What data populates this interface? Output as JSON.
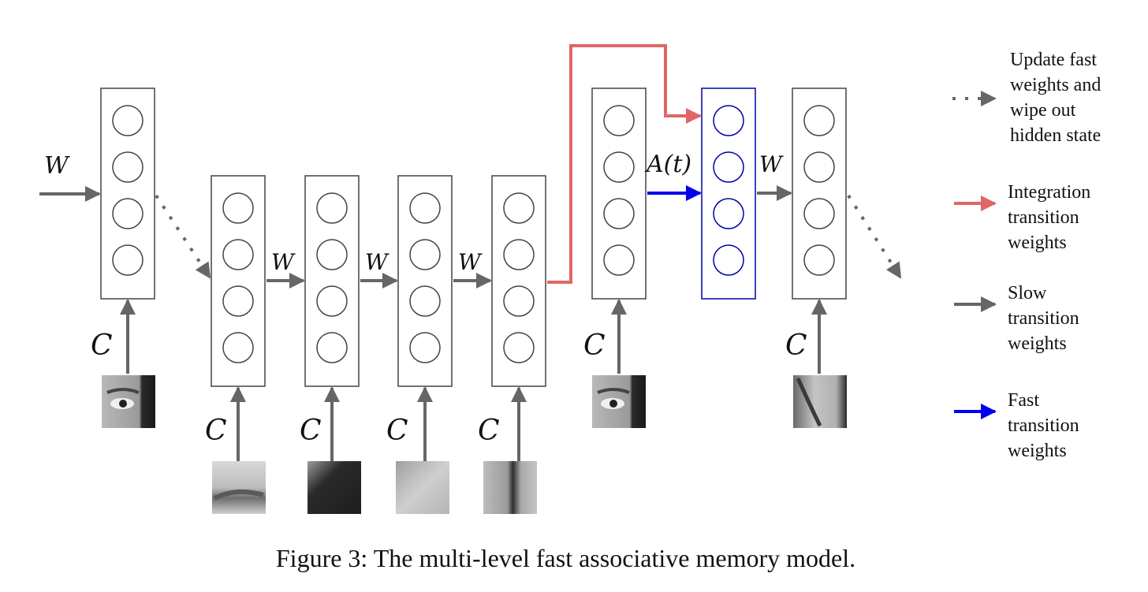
{
  "labels": {
    "w": "W",
    "c": "C",
    "a_t": "A(t)"
  },
  "legend": {
    "update": "Update fast\nweights and\nwipe out\nhidden state",
    "integration": "Integration\ntransition\nweights",
    "slow": "Slow\ntransition\nweights",
    "fast": "Fast\ntransition\nweights"
  },
  "caption": "Figure 3:  The multi-level fast associative memory model.",
  "colors": {
    "gray_arrow": "#666666",
    "integration": "#e06666",
    "fast": "#0000ee",
    "layer_border": "#444444",
    "fast_layer": "#0000aa"
  },
  "inputs": [
    {
      "name": "eye-face-patch",
      "icon": "eye-face-patch"
    },
    {
      "name": "eyebrow-patch",
      "icon": "eyebrow-patch"
    },
    {
      "name": "hair-edge-patch",
      "icon": "hair-edge-patch"
    },
    {
      "name": "skin-patch",
      "icon": "skin-patch"
    },
    {
      "name": "nose-edge-patch",
      "icon": "nose-edge-patch"
    },
    {
      "name": "eye-face-patch-2",
      "icon": "eye-face-patch"
    },
    {
      "name": "cheek-patch",
      "icon": "cheek-patch"
    }
  ]
}
